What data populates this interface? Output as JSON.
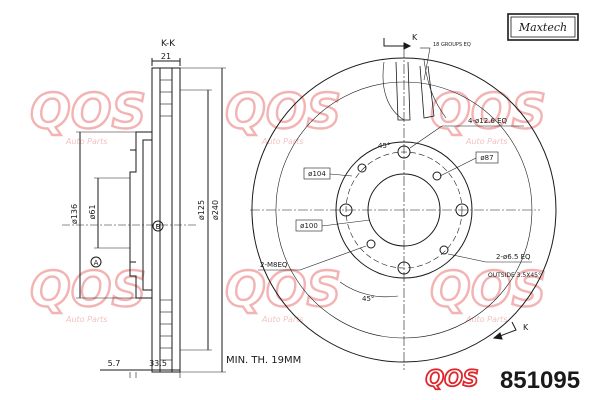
{
  "watermark": {
    "brand": "QOS",
    "tagline": "Auto Parts",
    "color": "#f1a6a6"
  },
  "header": {
    "section_label": "K-K",
    "brand_box": "Maxtech"
  },
  "section_view": {
    "dims": {
      "top_width": "21",
      "dia_136": "ø136",
      "dia_61": "ø61",
      "dia_125": "ø125",
      "dia_240": "ø240",
      "bottom_a": "5.7",
      "bottom_b": "33.5"
    },
    "markers": {
      "a": "A",
      "b": "B"
    }
  },
  "face_view": {
    "section_mark": "K",
    "groups": "18 GROUPS EQ",
    "holes_4": "4-ø12.6 EQ",
    "angle_top": "45°",
    "dia_87": "ø87",
    "dia_104": "ø104",
    "dia_100": "ø100",
    "m8": "2-M8EQ",
    "holes_2": "2-ø6.5 EQ",
    "outside": "OUTSIDE 3.5X45°",
    "angle_bottom": "45°",
    "section_mark_bottom": "K"
  },
  "footer": {
    "min_thickness": "MIN. TH. 19MM",
    "logo_text": "QOS",
    "part_number": "851095",
    "logo_color": "#e0262a"
  }
}
